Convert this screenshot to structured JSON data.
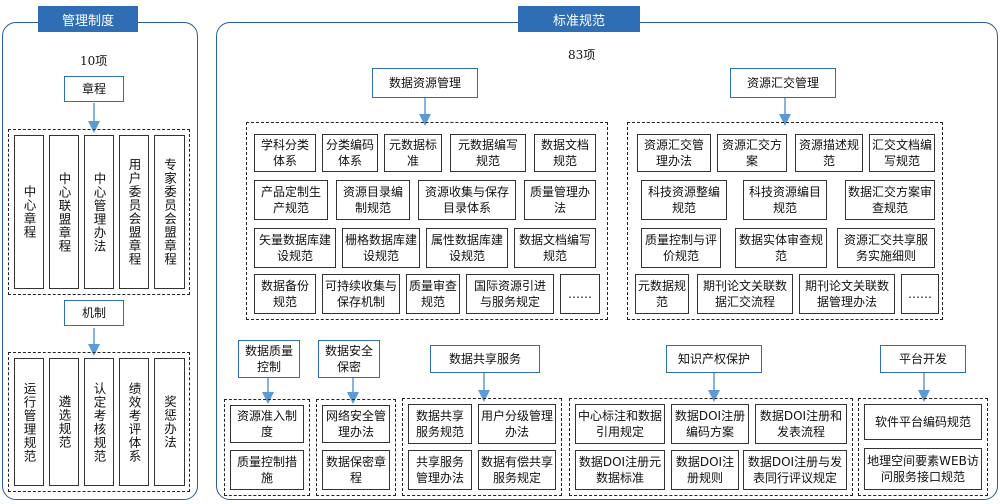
{
  "mgmt": {
    "title": "管理制度",
    "count": "10项",
    "charter": {
      "heading": "章程",
      "items": [
        "中心章程",
        "中心联盟章程",
        "中心管理办法",
        "用户委员会盟章程",
        "专家委员会盟章程"
      ]
    },
    "mechanism": {
      "heading": "机制",
      "items": [
        "运行管理规范",
        "遴选规范",
        "认定考核规范",
        "绩效考评体系",
        "奖惩办法"
      ]
    }
  },
  "std": {
    "title": "标准规范",
    "count": "83项",
    "resource_mgmt": {
      "heading": "数据资源管理",
      "items": [
        "学科分类体系",
        "分类编码体系",
        "元数据标准",
        "元数据编写规范",
        "数据文档规范",
        "产品定制生产规范",
        "资源目录编制规范",
        "资源收集与保存目录体系",
        "质量管理办法",
        "矢量数据库建设规范",
        "栅格数据库建设规范",
        "属性数据库建设规范",
        "数据文档编写规范",
        "数据备份规范",
        "可持续收集与保存机制",
        "质量审查规范",
        "国际资源引进与服务规定",
        "……"
      ]
    },
    "resource_exchange": {
      "heading": "资源汇交管理",
      "items": [
        "资源汇交管理办法",
        "资源汇交方案",
        "资源描述规范",
        "汇交文档编写规范",
        "科技资源整编规范",
        "科技资源编目规范",
        "数据汇交方案审查规范",
        "质量控制与评价规范",
        "数据实体审查规范",
        "资源汇交共享服务实施细则",
        "元数据规范",
        "期刊论文关联数据汇交流程",
        "期刊论文关联数据管理办法",
        "……"
      ]
    },
    "quality_control": {
      "heading": "数据质量控制",
      "items": [
        "资源准入制度",
        "质量控制措施"
      ]
    },
    "security": {
      "heading": "数据安全保密",
      "items": [
        "网络安全管理办法",
        "数据保密章程"
      ]
    },
    "sharing": {
      "heading": "数据共享服务",
      "items": [
        "数据共享服务规范",
        "用户分级管理办法",
        "共享服务管理办法",
        "数据有偿共享服务规定"
      ]
    },
    "ip": {
      "heading": "知识产权保护",
      "items": [
        "中心标注和数据引用规定",
        "数据DOI注册编码方案",
        "数据DOI注册和发表流程",
        "数据DOI注册元数据标准",
        "数据DOI注册规则",
        "数据DOI注册与发表同行评议规定"
      ]
    },
    "platform": {
      "heading": "平台开发",
      "items": [
        "软件平台编码规范",
        "地理空间要素WEB访问服务接口规范"
      ]
    }
  },
  "colors": {
    "accent": "#2f6db5",
    "border": "#2a5d9f",
    "arrow": "#5b9bd5"
  }
}
